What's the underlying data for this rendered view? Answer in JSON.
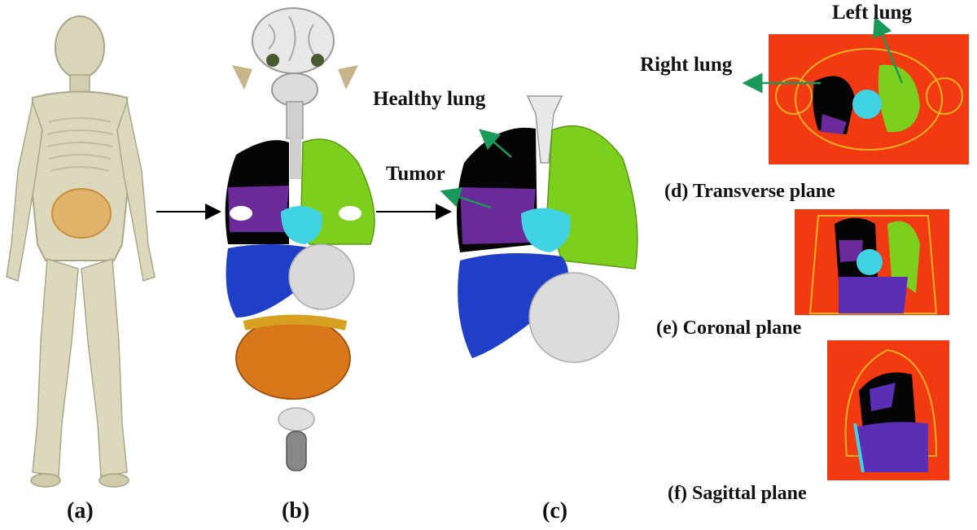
{
  "panels": {
    "a": "(a)",
    "b": "(b)",
    "c": "(c)"
  },
  "annotations": {
    "healthy_lung": "Healthy lung",
    "tumor": "Tumor",
    "right_lung": "Right lung",
    "left_lung": "Left lung"
  },
  "planes": {
    "transverse": "(d) Transverse plane",
    "coronal": "(e) Coronal plane",
    "sagittal": "(f) Sagittal plane"
  },
  "colors": {
    "lung_black": "#050505",
    "tumor_purple": "#6a2a9a",
    "left_lung_green": "#7ccf1c",
    "heart_cyan": "#3fd3e3",
    "liver_blue": "#1f3fc8",
    "intestine_orange": "#d9781a",
    "slice_red": "#f23a12",
    "body_outline": "#f0b020",
    "arrow_green": "#1a9a5a"
  }
}
